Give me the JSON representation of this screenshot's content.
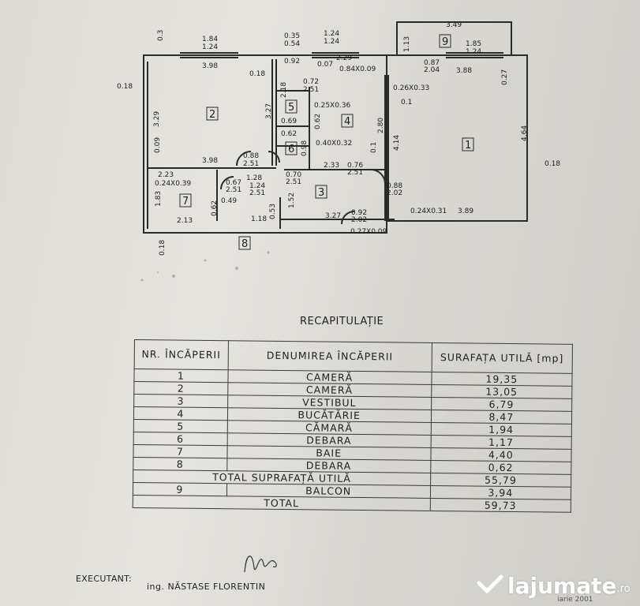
{
  "plan": {
    "rooms": [
      "1",
      "2",
      "3",
      "4",
      "5",
      "6",
      "7",
      "8",
      "9"
    ],
    "dims": [
      "0.3",
      "1.84",
      "1.24",
      "0.35",
      "0.54",
      "1.24",
      "1.24",
      "3.49",
      "1.85",
      "1.24",
      "3.98",
      "0.18",
      "0.92",
      "0.07",
      "2.29",
      "0.84X0.09",
      "0.87",
      "2.04",
      "3.88",
      "0.27",
      "0.18",
      "0.72",
      "2.51",
      "0.26X0.33",
      "1.13",
      "3.29",
      "3.27",
      "2.18",
      "0.25X0.36",
      "0.1",
      "0.69",
      "2.80",
      "4.14",
      "4.64",
      "0.62",
      "0.62",
      "0.09",
      "3.98",
      "0.88",
      "2.51",
      "0.98",
      "0.40X0.32",
      "0.1",
      "0.18",
      "2.23",
      "1.28",
      "0.70",
      "2.51",
      "2.33",
      "0.76",
      "2.51",
      "0.24X0.39",
      "0.67",
      "2.51",
      "1.24",
      "2.51",
      "0.88",
      "2.02",
      "1.83",
      "0.49",
      "0.62",
      "1.52",
      "0.24X0.31",
      "3.89",
      "2.13",
      "1.18",
      "0.53",
      "3.27",
      "0.92",
      "2.02",
      "0.27X0.09",
      "0.18"
    ]
  },
  "recap": {
    "title": "RECAPITULAȚIE",
    "headers": [
      "NR. ÎNCĂPERII",
      "DENUMIREA ÎNCĂPERII",
      "SURAFAȚA UTILĂ [mp]"
    ],
    "rows": [
      {
        "nr": "1",
        "name": "CAMERĂ",
        "area": "19,35"
      },
      {
        "nr": "2",
        "name": "CAMERĂ",
        "area": "13,05"
      },
      {
        "nr": "3",
        "name": "VESTIBUL",
        "area": "6,79"
      },
      {
        "nr": "4",
        "name": "BUCĂTĂRIE",
        "area": "8,47"
      },
      {
        "nr": "5",
        "name": "CĂMARĂ",
        "area": "1,94"
      },
      {
        "nr": "6",
        "name": "DEBARA",
        "area": "1,17"
      },
      {
        "nr": "7",
        "name": "BAIE",
        "area": "4,40"
      },
      {
        "nr": "8",
        "name": "DEBARA",
        "area": "0,62"
      }
    ],
    "total_util": {
      "label": "TOTAL SUPRAFAȚĂ UTILĂ",
      "area": "55,79"
    },
    "balcon": {
      "nr": "9",
      "name": "BALCON",
      "area": "3,94"
    },
    "total": {
      "label": "TOTAL",
      "area": "59,73"
    }
  },
  "footer": {
    "executant_label": "EXECUTANT:",
    "executant_name": "ing. NĂSTASE FLORENTIN",
    "date": "iarie 2001"
  },
  "watermark": {
    "brand": "lajumate",
    "domain": ".ro"
  }
}
